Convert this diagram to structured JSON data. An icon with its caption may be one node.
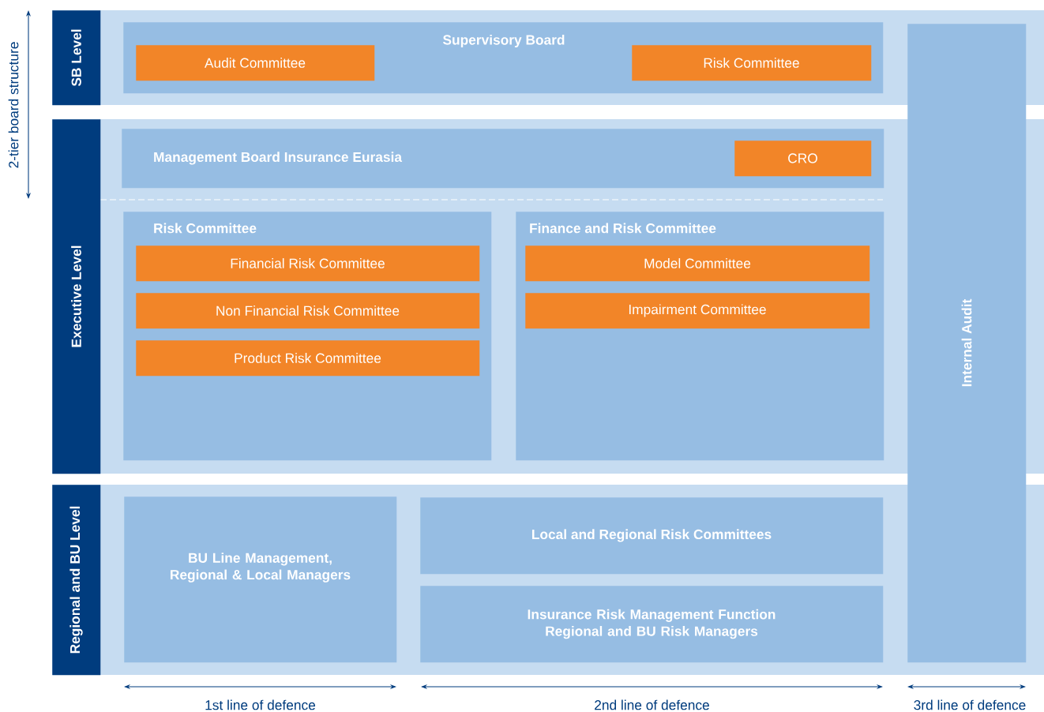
{
  "diagram": {
    "nodes": [
      {
        "text": [
          "SB Level"
        ]
      },
      {
        "text": [
          "Supervisory Board"
        ]
      },
      {
        "text": [
          "Audit Committee"
        ],
        "in": 1
      },
      {
        "text": [
          "Risk Committee"
        ],
        "in": 1
      },
      {
        "text": [
          "Internal Audit"
        ]
      },
      {
        "text": [
          "Executive Level"
        ]
      },
      {
        "text": [
          "Management Board Insurance Eurasia"
        ]
      },
      {
        "text": [
          "CRO"
        ],
        "in": 6
      },
      {
        "text": [
          "Risk Committee"
        ]
      },
      {
        "text": [
          "Financial Risk Committee"
        ],
        "in": 8
      },
      {
        "text": [
          "Non Financial Risk Committee"
        ],
        "in": 8
      },
      {
        "text": [
          "Product Risk Committee"
        ],
        "in": 8
      },
      {
        "text": [
          "Finance and Risk Committee"
        ]
      },
      {
        "text": [
          "Model Committee"
        ],
        "in": 12
      },
      {
        "text": [
          "Impairment Committee"
        ],
        "in": 12
      },
      {
        "text": [
          "Regional and BU Level"
        ]
      },
      {
        "text": [
          "BU Line Management, Regional & Local Managers"
        ]
      },
      {
        "text": [
          "Local and Regional Risk Committees"
        ]
      },
      {
        "text": [
          "Insurance Risk Management Function Regional and BU Risk Managers"
        ]
      }
    ],
    "labels": [
      "2-tier board structure",
      "1st line of defence",
      "2nd line of defence",
      "3rd line of defence"
    ]
  }
}
